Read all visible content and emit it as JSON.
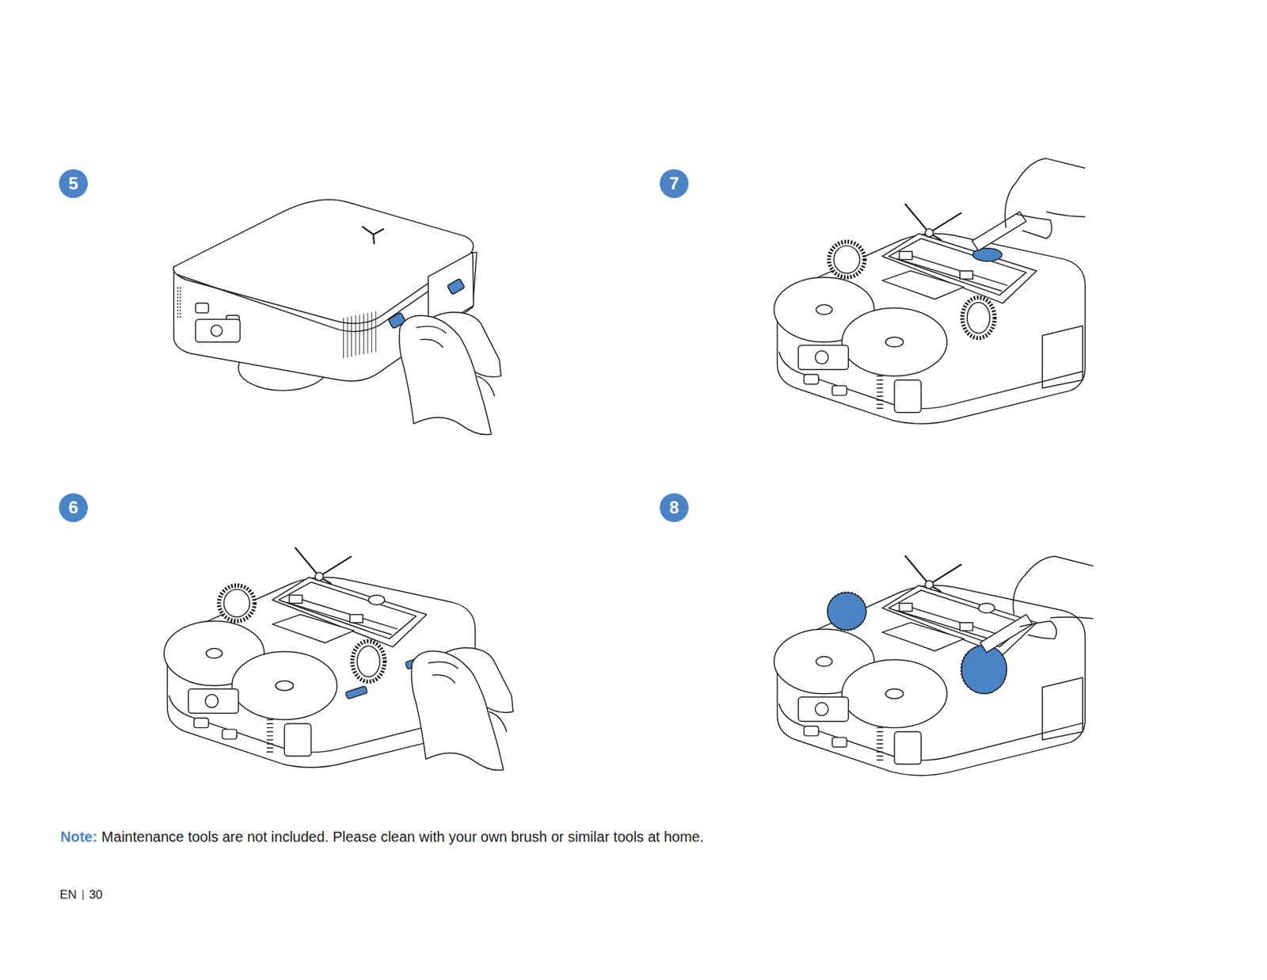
{
  "diagram": {
    "nodes": [
      {
        "text": [
          "5"
        ]
      },
      {
        "text": [
          "7"
        ]
      },
      {
        "text": [
          "6"
        ]
      },
      {
        "text": [
          "8"
        ]
      }
    ],
    "labels": [
      "Note:",
      "Maintenance tools are not included. Please clean with your own brush or similar tools at home.",
      "EN",
      "30"
    ]
  }
}
